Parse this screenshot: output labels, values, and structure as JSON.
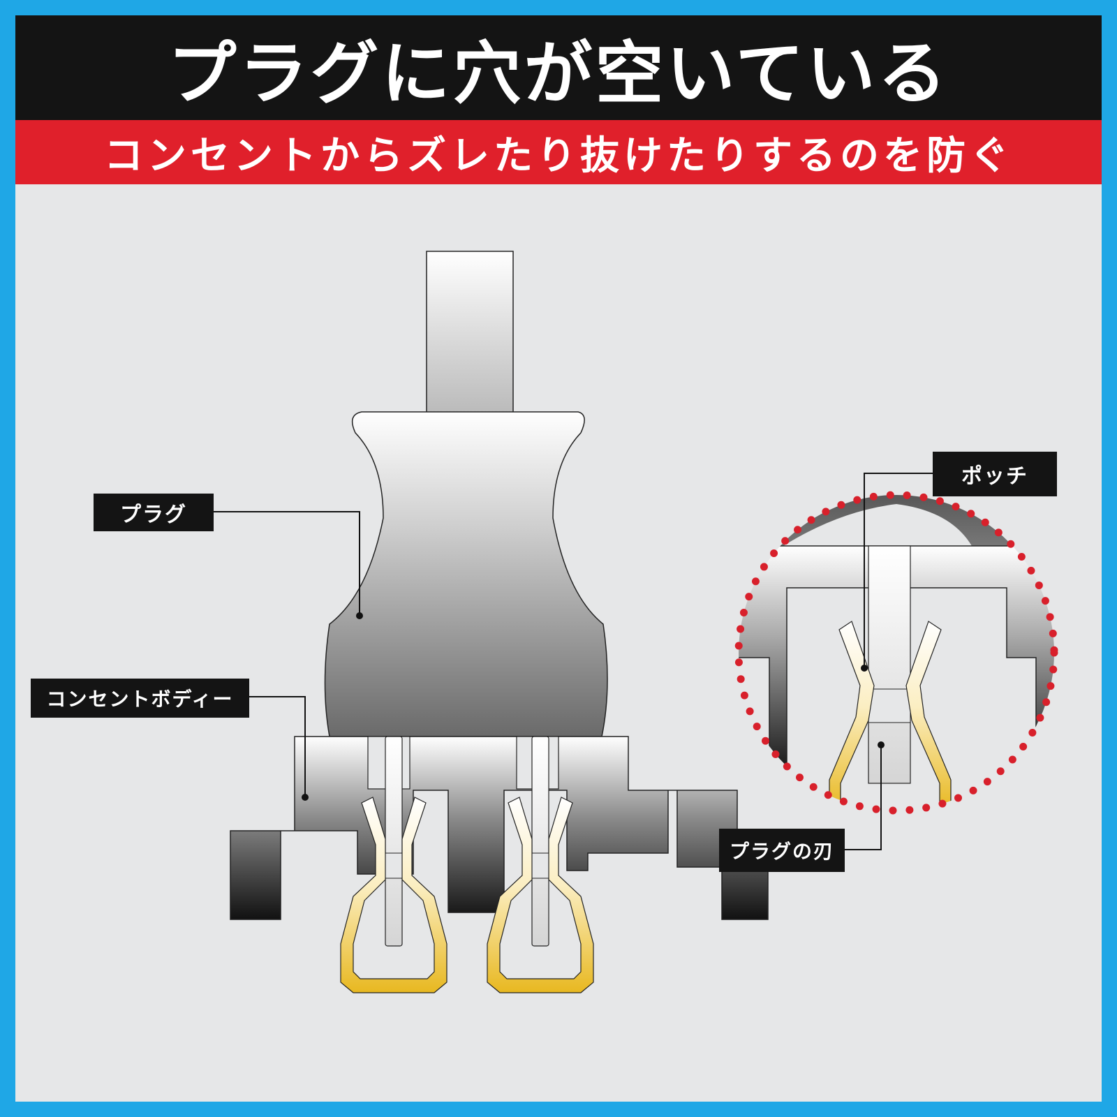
{
  "title": "プラグに穴が空いている",
  "subtitle": "コンセントからズレたり抜けたりするのを防ぐ",
  "labels": {
    "plug": "プラグ",
    "outlet_body": "コンセントボディー",
    "notch": "ポッチ",
    "plug_blade": "プラグの刃"
  },
  "colors": {
    "frame_border": "#1fa7e6",
    "title_bar": "#141414",
    "subtitle_bar": "#e0202b",
    "background": "#e6e7e8",
    "contact_gold": "#e8b820",
    "zoom_dots": "#d8202b"
  }
}
